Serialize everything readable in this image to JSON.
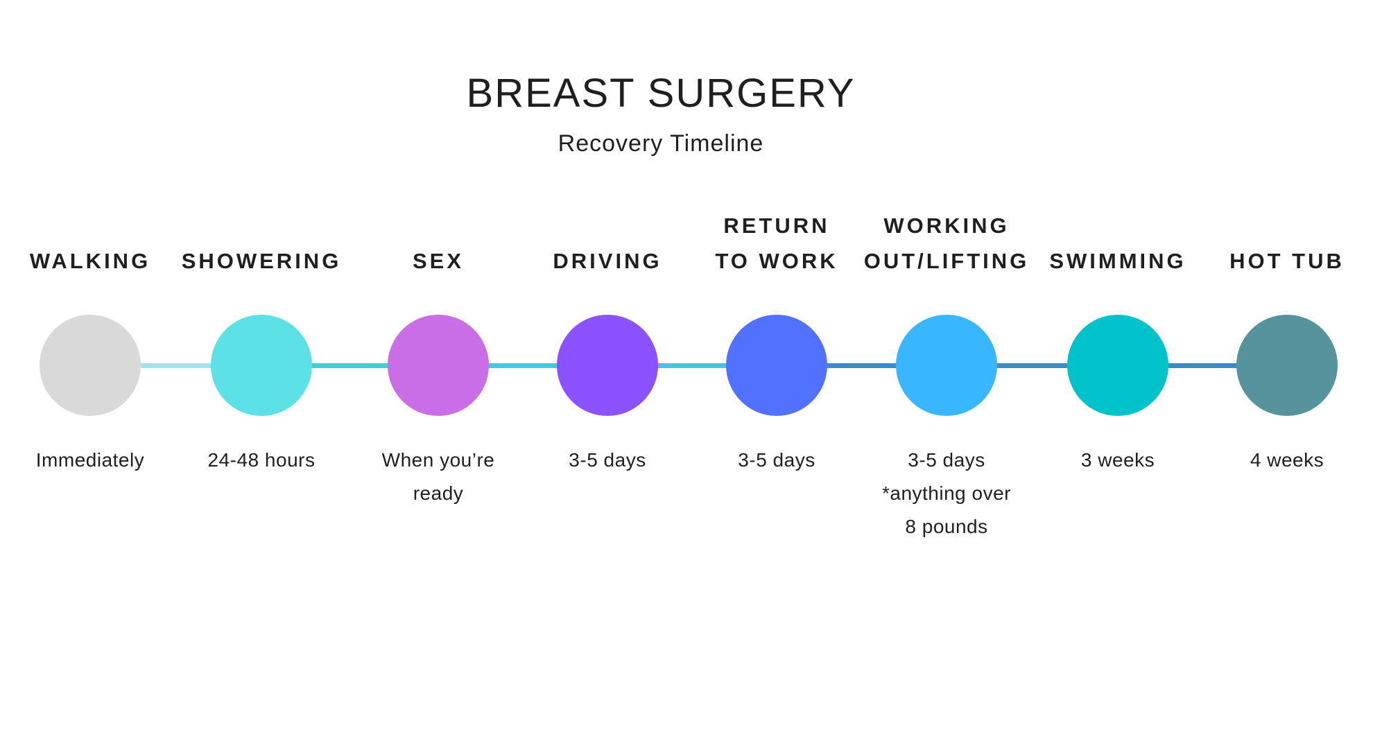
{
  "header": {
    "title": "BREAST SURGERY",
    "subtitle": "Recovery Timeline"
  },
  "steps": [
    {
      "label_lines": [
        "WALKING"
      ],
      "time": "Immediately",
      "color": "#d9d9d9"
    },
    {
      "label_lines": [
        "SHOWERING"
      ],
      "time": "24-48 hours",
      "color": "#5ce1e6"
    },
    {
      "label_lines": [
        "SEX"
      ],
      "time": "When you’re\nready",
      "color": "#c96ee6"
    },
    {
      "label_lines": [
        "DRIVING"
      ],
      "time": "3-5 days",
      "color": "#8c52ff"
    },
    {
      "label_lines": [
        "RETURN",
        "TO WORK"
      ],
      "time": "3-5 days",
      "color": "#5271ff"
    },
    {
      "label_lines": [
        "WORKING",
        "OUT/LIFTING"
      ],
      "time": "3-5 days\n*anything over\n8 pounds",
      "color": "#38b6ff"
    },
    {
      "label_lines": [
        "SWIMMING"
      ],
      "time": "3 weeks",
      "color": "#00c2cb"
    },
    {
      "label_lines": [
        "HOT TUB"
      ],
      "time": "4 weeks",
      "color": "#56939c"
    }
  ],
  "connector_colors": [
    "#9ae8ec",
    "#3fd0d6",
    "#48c8e0",
    "#4cc0e6",
    "#3a8cc8",
    "#3a8cc8",
    "#3a8cc8"
  ]
}
